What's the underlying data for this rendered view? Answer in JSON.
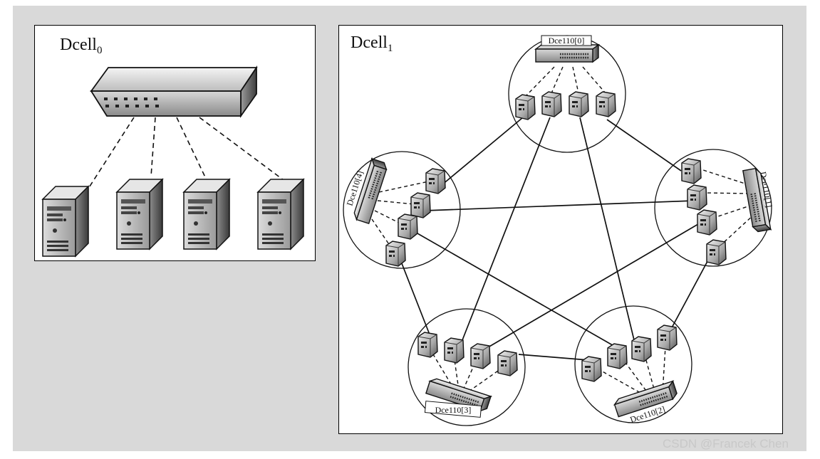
{
  "cells": [
    {
      "title_main": "Dcell",
      "title_sub": "0"
    },
    {
      "title_main": "Dcell",
      "title_sub": "1"
    }
  ],
  "subcell_switch_labels": [
    "Dce110[0]",
    "Dce110[1]",
    "Dce110[2]",
    "Dce110[3]",
    "Dce110[4]"
  ],
  "dcell0": {
    "server_count": 4
  },
  "watermark": "CSDN @Francek Chen"
}
